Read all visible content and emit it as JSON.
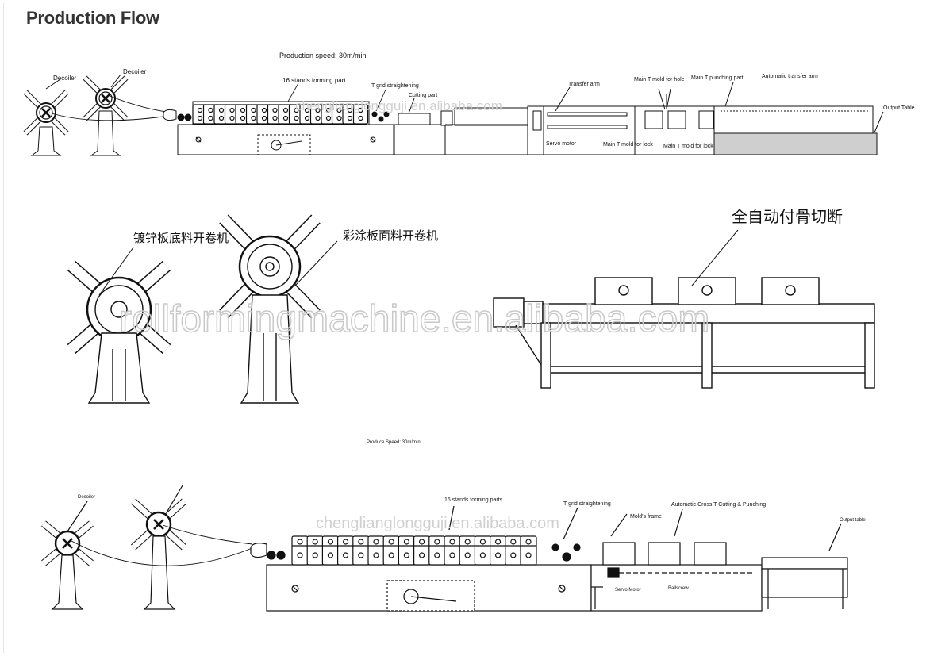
{
  "title": "Production Flow",
  "diagram1": {
    "speed": "Production speed: 30m/min",
    "decoiler_a": "Decoiler",
    "decoiler_b": "Decoiler",
    "forming": "16 stands forming part",
    "straightening": "T grid straightening",
    "cutting": "Cutting part",
    "transfer_arm": "Transfer arm",
    "main_mold_hole": "Main T mold for hole",
    "main_punching": "Main T punching part",
    "auto_transfer": "Automatic transfer arm",
    "output": "Output Table",
    "servo": "Servo motor",
    "main_mold_lock": "Main T mold for lock",
    "main_mold_lock2": "Main T mold for lock",
    "watermark": "chenglianglongguji.en.alibaba.com"
  },
  "diagram2": {
    "label_left": "镀锌板底料开卷机",
    "label_right": "彩涂板面料开卷机",
    "label_machine": "全自动付骨切断",
    "watermark": "rollformingmachine.en.alibaba.com"
  },
  "diagram3": {
    "speed": "Produce Speed: 30m/min",
    "decoiler": "Decoiler",
    "forming": "16 stands forming parts",
    "straightening": "T grid straightening",
    "mold_frame": "Mold's frame",
    "cross_cut": "Automatic Cross T Cutting & Punching",
    "output": "Output table",
    "servo": "Servo Motor",
    "ballscrew": "Ballscrew",
    "watermark": "chenglianglongguji.en.alibaba.com"
  }
}
